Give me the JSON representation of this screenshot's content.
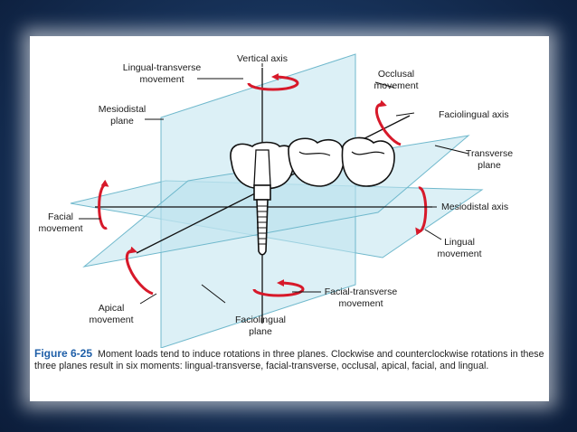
{
  "labels": {
    "vertical_axis": "Vertical axis",
    "lingual_transverse": [
      "Lingual-transverse",
      "movement"
    ],
    "mesiodistal_plane": [
      "Mesiodistal",
      "plane"
    ],
    "occlusal": [
      "Occlusal",
      "movement"
    ],
    "faciolingual_axis": "Faciolingual axis",
    "transverse_plane": [
      "Transverse",
      "plane"
    ],
    "facial_movement": [
      "Facial",
      "movement"
    ],
    "mesiodistal_axis": "Mesiodistal axis",
    "lingual_movement": [
      "Lingual",
      "movement"
    ],
    "apical_movement": [
      "Apical",
      "movement"
    ],
    "facial_transverse": [
      "Facial-transverse",
      "movement"
    ],
    "faciolingual_plane": [
      "Faciolingual",
      "plane"
    ]
  },
  "caption": {
    "figure": "Figure 6-25",
    "text": "Moment loads tend to induce rotations in three planes. Clockwise and counterclockwise rotations in these three planes result in six moments: lingual-transverse, facial-transverse, occlusal, apical, facial, and lingual."
  },
  "colors": {
    "plane_fill": "#bfe4ee",
    "plane_stroke": "#6fb8cc",
    "arrow": "#d7192a",
    "figure_title": "#1f5fa8"
  }
}
